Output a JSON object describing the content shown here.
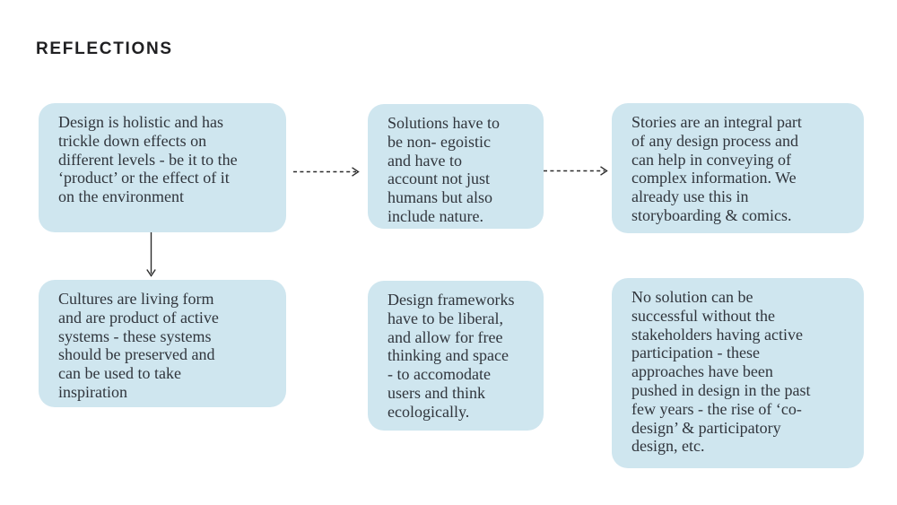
{
  "page": {
    "title": "REFLECTIONS"
  },
  "colors": {
    "page_background": "#ffffff",
    "box_fill": "#cfe6ef",
    "box_text": "#30353c",
    "title_text": "#202022",
    "arrow": "#2e2e2e"
  },
  "boxes": [
    {
      "id": "design-holistic",
      "text": "Design is holistic and has\ntrickle down effects on\ndifferent levels - be it to the\n‘product’ or the effect of it\non the environment"
    },
    {
      "id": "solutions-non-egoistic",
      "text": "Solutions have to\nbe non- egoistic\nand have to\naccount not just\nhumans but also\ninclude nature."
    },
    {
      "id": "stories-integral",
      "text": "Stories are an integral part\nof any design process and\ncan help in conveying of\ncomplex information. We\nalready use this in\nstoryboarding & comics."
    },
    {
      "id": "cultures-living-form",
      "text": "Cultures are living form\nand are product of active\nsystems - these systems\nshould be preserved and\ncan be used to take\ninspiration"
    },
    {
      "id": "design-frameworks-liberal",
      "text": "Design frameworks\nhave to be liberal,\nand allow for free\nthinking and space\n- to accomodate\nusers and think\necologically."
    },
    {
      "id": "stakeholder-participation",
      "text": "No solution can be\nsuccessful without the\nstakeholders having active\nparticipation - these\napproaches have been\npushed in design in the past\nfew years - the rise of ‘co-\ndesign’ & participatory\ndesign, etc."
    }
  ],
  "connectors": [
    {
      "from": "design-holistic",
      "to": "solutions-non-egoistic",
      "style": "dashed",
      "direction": "right"
    },
    {
      "from": "solutions-non-egoistic",
      "to": "stories-integral",
      "style": "dashed",
      "direction": "right"
    },
    {
      "from": "design-holistic",
      "to": "cultures-living-form",
      "style": "solid",
      "direction": "down"
    }
  ]
}
